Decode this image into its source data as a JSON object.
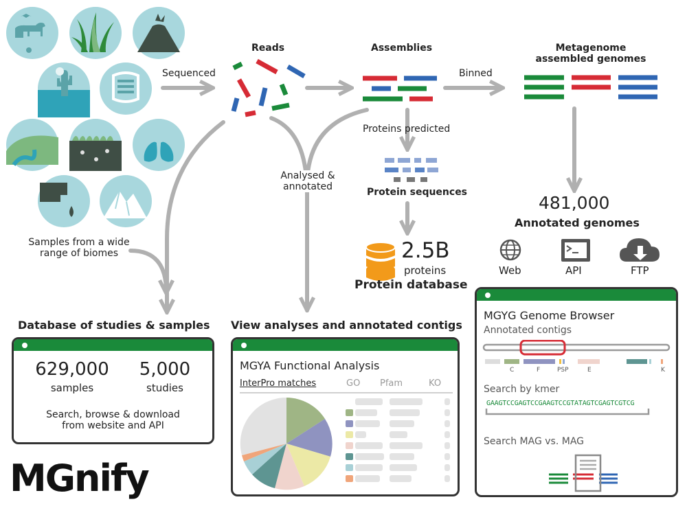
{
  "labels": {
    "sequenced": "Sequenced",
    "reads": "Reads",
    "assemblies": "Assemblies",
    "binned": "Binned",
    "mag_title": "Metagenome\nassembled genomes",
    "proteins_predicted": "Proteins predicted",
    "protein_sequences": "Protein sequences",
    "analysed": "Analysed &\nannotated",
    "samples_biomes": "Samples from a wide\nrange of biomes",
    "proteins_count": "2.5B",
    "proteins_word": "proteins",
    "protein_database": "Protein database",
    "genomes_count": "481,000",
    "annotated_genomes": "Annotated genomes",
    "access": {
      "web": "Web",
      "api": "API",
      "ftp": "FTP"
    },
    "db_section_title": "Database of studies & samples",
    "view_section_title": "View analyses and annotated contigs"
  },
  "studies_panel": {
    "samples_count": "629,000",
    "samples_word": "samples",
    "studies_count": "5,000",
    "studies_word": "studies",
    "description": "Search, browse & download\nfrom website and API"
  },
  "analysis_panel": {
    "title": "MGYA Functional Analysis",
    "tabs": [
      "InterPro matches",
      "GO",
      "Pfam",
      "KO"
    ],
    "legend_colors": [
      "#9fb585",
      "#8f93c0",
      "#ece9a6",
      "#f0d4cd",
      "#5e9592",
      "#a8d0d6",
      "#f0a57a"
    ]
  },
  "genome_panel": {
    "title": "MGYG Genome Browser",
    "annotated_contigs": "Annotated contigs",
    "track_labels": [
      "C",
      "F",
      "PSP",
      "E",
      "K"
    ],
    "search_kmer": "Search by kmer",
    "sequence": "GAAGTCCGAGTCCGAAGTCCGTATAGTCGAGTCGTCG",
    "search_mag": "Search MAG vs. MAG"
  },
  "logo": {
    "text": "MGnify"
  },
  "colors": {
    "green": "#1a8a3a",
    "red": "#d62b35",
    "blue": "#2f66b3",
    "biome": "#a8d7dd",
    "arrow": "#b0b0b0",
    "teal": "#5ba3a8"
  }
}
